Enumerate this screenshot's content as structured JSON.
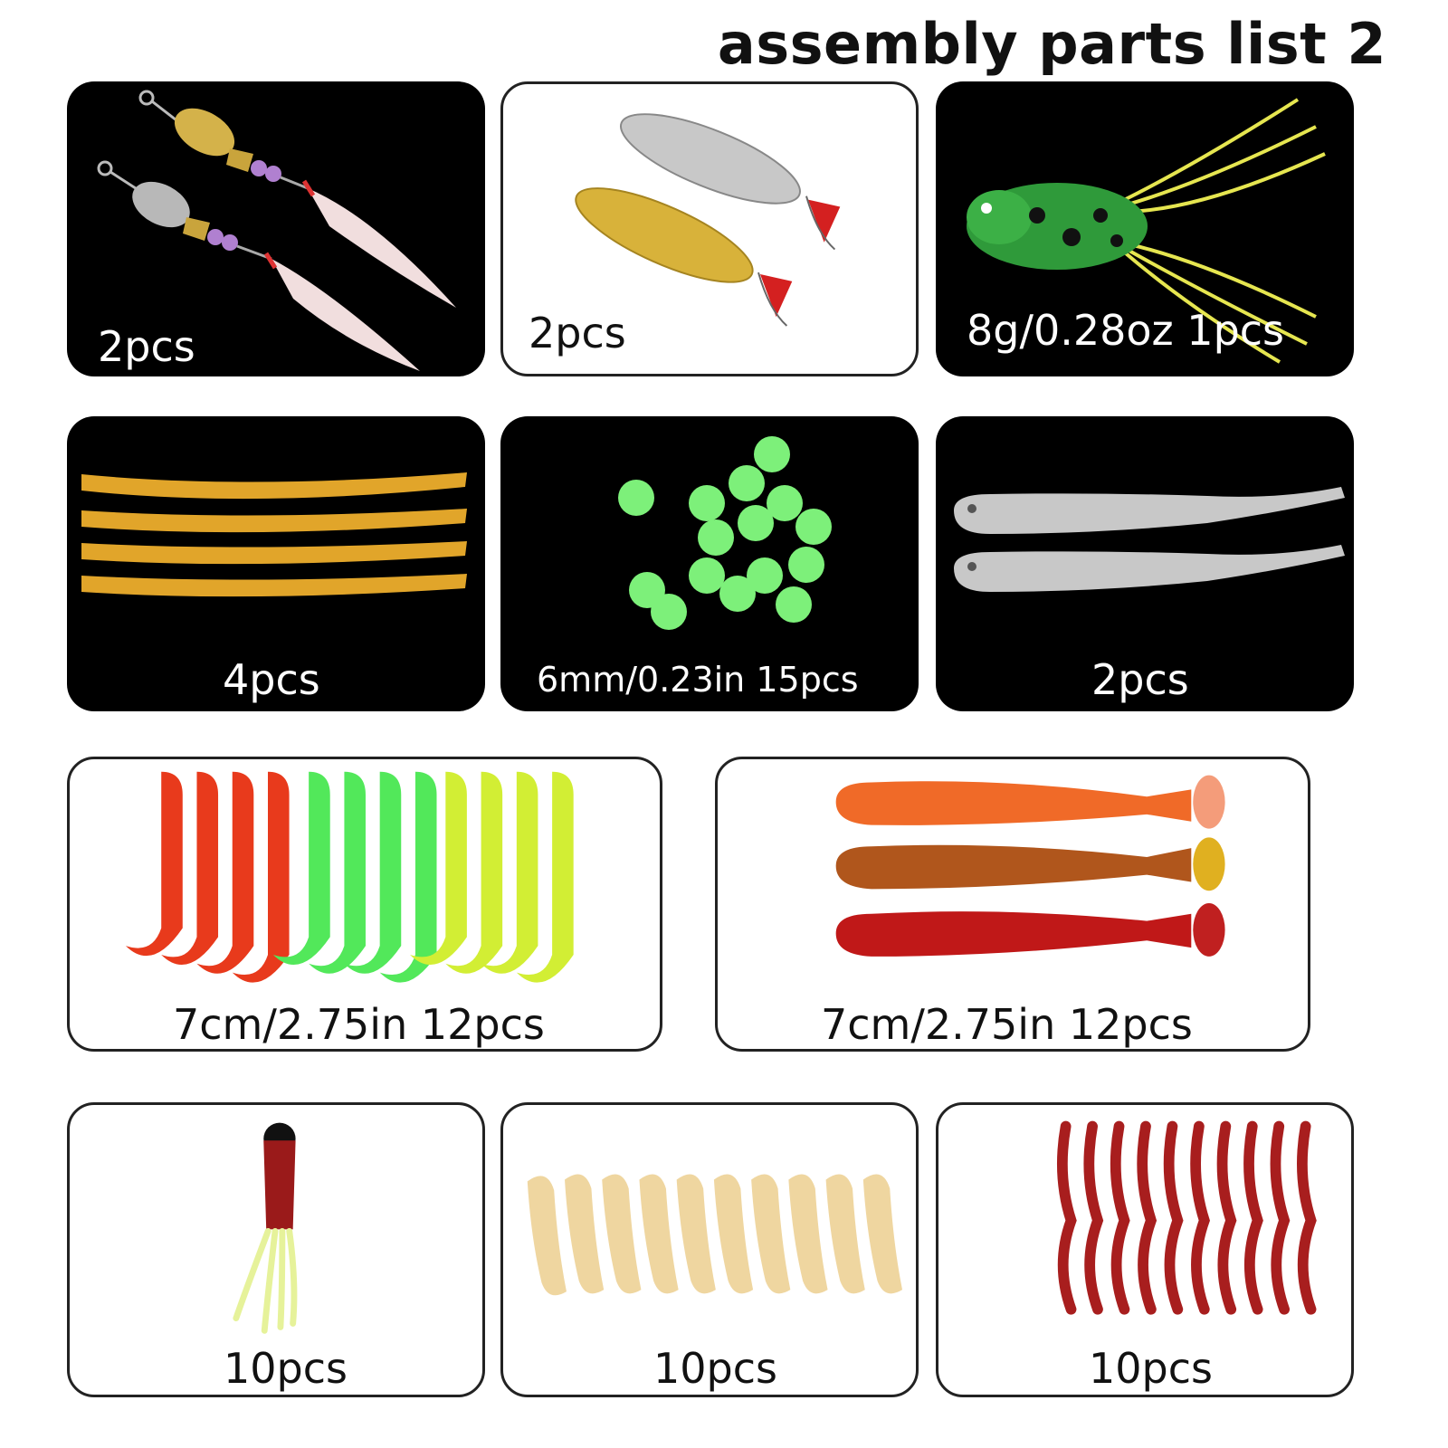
{
  "title": "assembly parts list 2",
  "cards": [
    {
      "label": "2pcs",
      "theme": "dark",
      "icon": "spinner-lure-icon"
    },
    {
      "label": "2pcs",
      "theme": "light",
      "icon": "spoon-lure-icon"
    },
    {
      "label": "8g/0.28oz 1pcs",
      "theme": "dark",
      "icon": "frog-lure-icon"
    },
    {
      "label": "4pcs",
      "theme": "dark",
      "icon": "worm-lure-icon"
    },
    {
      "label": "6mm/0.23in 15pcs",
      "theme": "dark",
      "icon": "glow-bead-icon"
    },
    {
      "label": "2pcs",
      "theme": "dark",
      "icon": "minnow-lure-icon"
    },
    {
      "label": "7cm/2.75in 12pcs",
      "theme": "light",
      "icon": "grub-tail-icon"
    },
    {
      "label": "7cm/2.75in 12pcs",
      "theme": "light",
      "icon": "paddle-tail-icon"
    },
    {
      "label": "10pcs",
      "theme": "light",
      "icon": "squid-skirt-icon"
    },
    {
      "label": "10pcs",
      "theme": "light",
      "icon": "maggot-bait-icon"
    },
    {
      "label": "10pcs",
      "theme": "light",
      "icon": "red-worm-icon"
    }
  ]
}
